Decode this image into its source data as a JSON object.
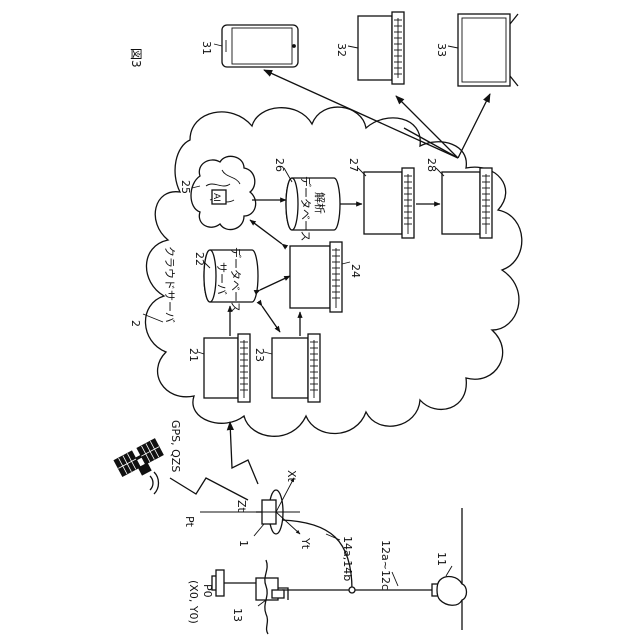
{
  "figure": {
    "title": "図3",
    "cloud_ref": "2",
    "cloud_label": "クラウドサーバ",
    "devices": {
      "smartphone_ref": "31",
      "laptop_ref": "32",
      "monitor_ref": "33"
    },
    "nodes": {
      "n21": "21",
      "n22": "22",
      "n23": "23",
      "n24": "24",
      "n25": "25",
      "n26": "26",
      "n27": "27",
      "n28": "28"
    },
    "database_label_1": "データベース",
    "database_label_2": "サーバ",
    "analysis_label_1": "解析",
    "analysis_label_2": "データベース",
    "ai_label": "AI",
    "satellite_label": "GPS, QZS",
    "field": {
      "po_coords": "(X0, Y0)",
      "po": "P0",
      "pt": "Pt",
      "zt": "Zt",
      "xt": "Xt",
      "yt": "Yt",
      "ref_1": "1",
      "ref_13": "13",
      "ref_11": "11",
      "ref_14": "14a,14b",
      "ref_12": "12a~12c"
    }
  }
}
